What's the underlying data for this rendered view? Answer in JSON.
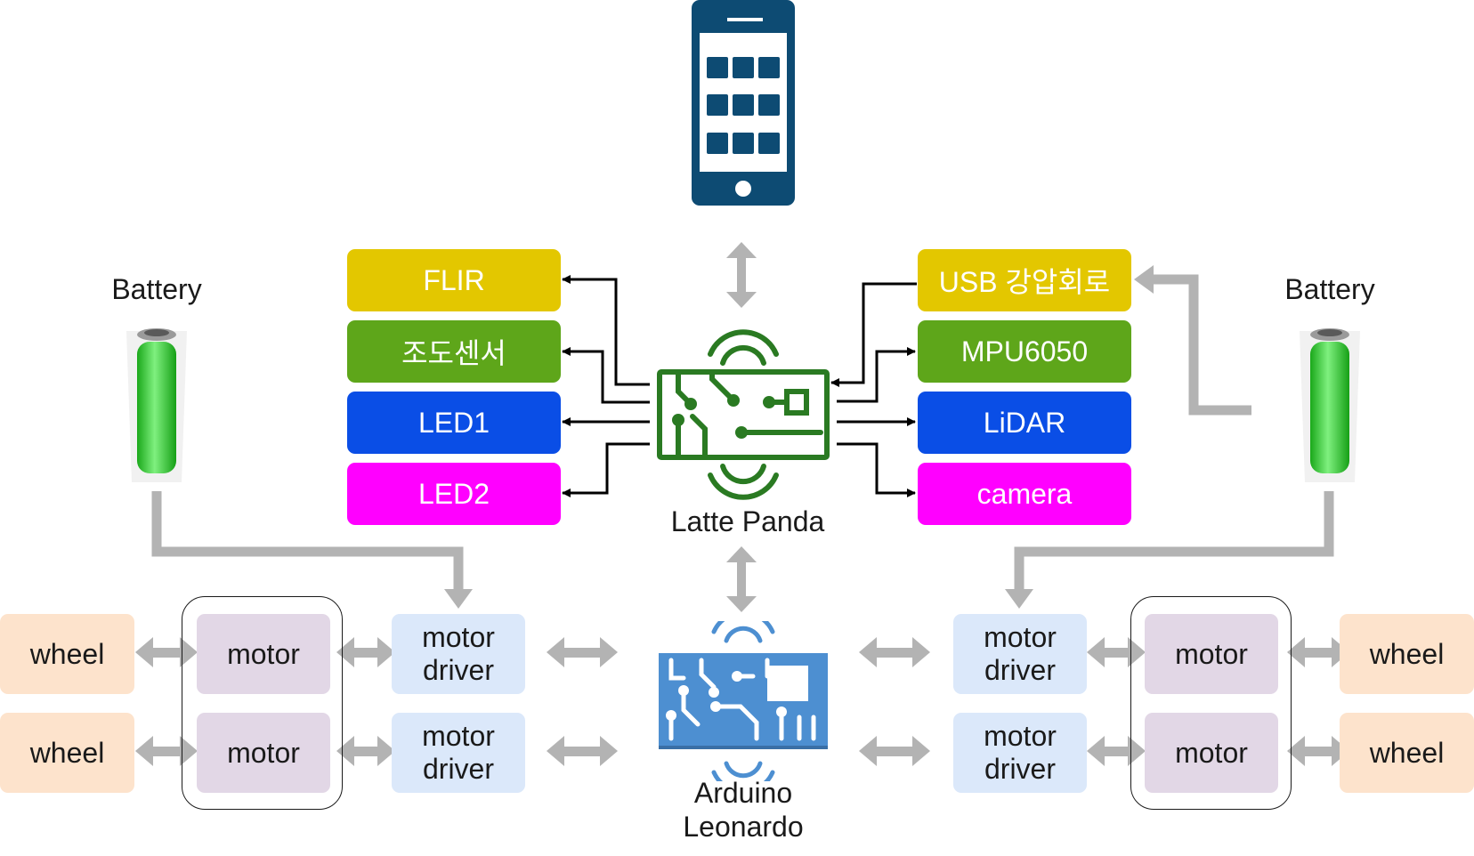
{
  "batteries": {
    "left_label": "Battery",
    "right_label": "Battery"
  },
  "latte_panda": {
    "label": "Latte Panda"
  },
  "arduino": {
    "label_line1": "Arduino",
    "label_line2": "Leonardo"
  },
  "left_peripherals": [
    {
      "label": "FLIR",
      "color": "#e3c700"
    },
    {
      "label": "조도센서",
      "color": "#5ea61a"
    },
    {
      "label": "LED1",
      "color": "#0a4ee6"
    },
    {
      "label": "LED2",
      "color": "#ff00ff"
    }
  ],
  "right_peripherals": [
    {
      "label": "USB 강압회로",
      "color": "#e3c700"
    },
    {
      "label": "MPU6050",
      "color": "#5ea61a"
    },
    {
      "label": "LiDAR",
      "color": "#0a4ee6"
    },
    {
      "label": "camera",
      "color": "#ff00ff"
    }
  ],
  "drive": {
    "wheel_label": "wheel",
    "motor_label": "motor",
    "driver_line1": "motor",
    "driver_line2": "driver"
  },
  "colors": {
    "phone": "#0d4b73",
    "panda_board": "#2a7a22",
    "arduino_board": "#4d8fd1",
    "wire": "#000000",
    "power_wire": "#b3b3b3",
    "battery_fill": "#2bd12b"
  }
}
